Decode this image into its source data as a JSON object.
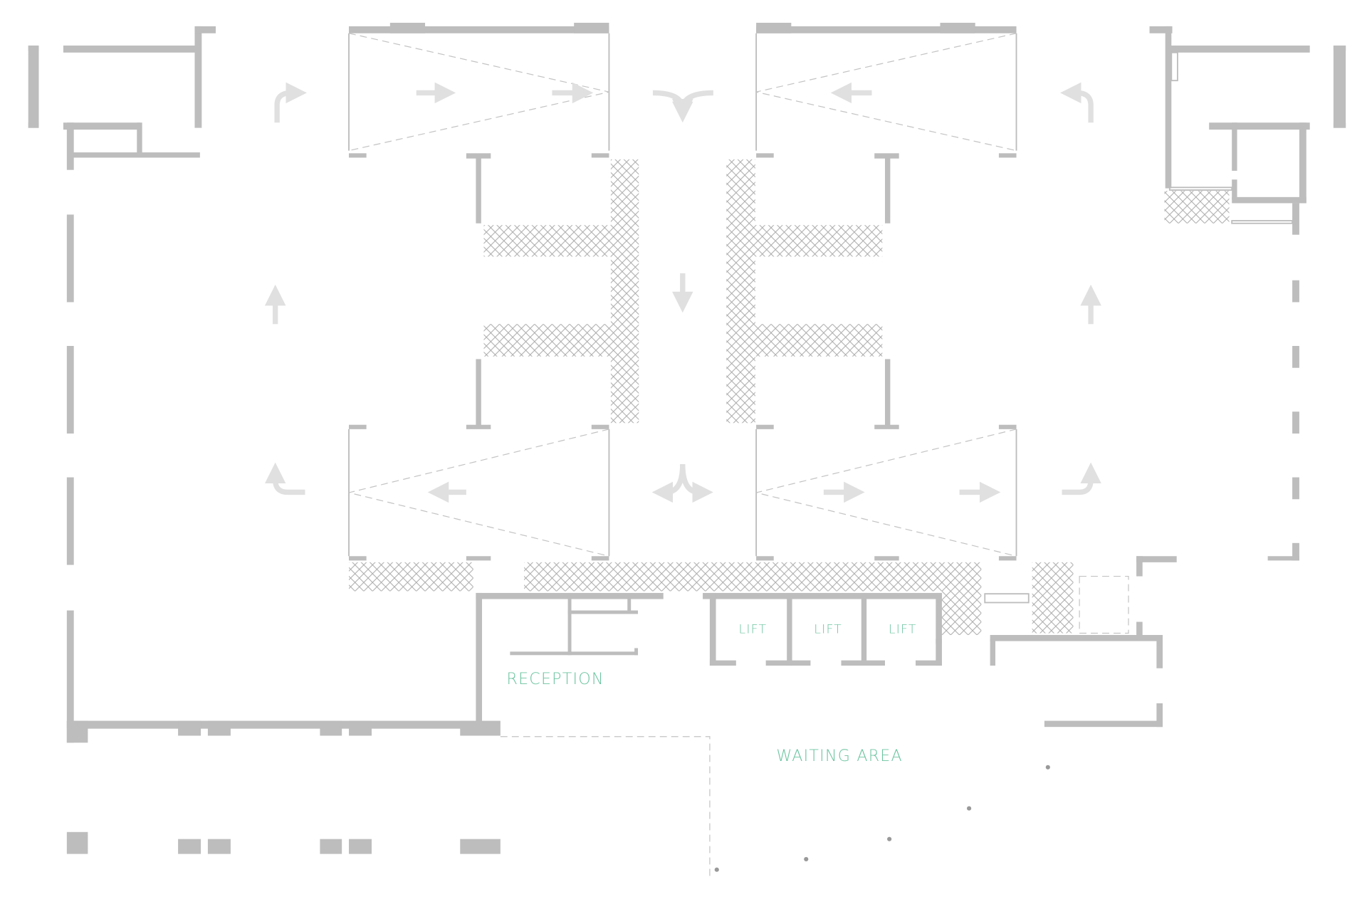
{
  "plan": {
    "labels": {
      "reception": "RECEPTION",
      "waiting_area": "WAITING AREA",
      "lifts": [
        "LIFT",
        "LIFT",
        "LIFT"
      ]
    },
    "colors": {
      "walls": "#bdbdbd",
      "label": "#6cc4a0",
      "arrows": "#e0e0e0"
    }
  }
}
